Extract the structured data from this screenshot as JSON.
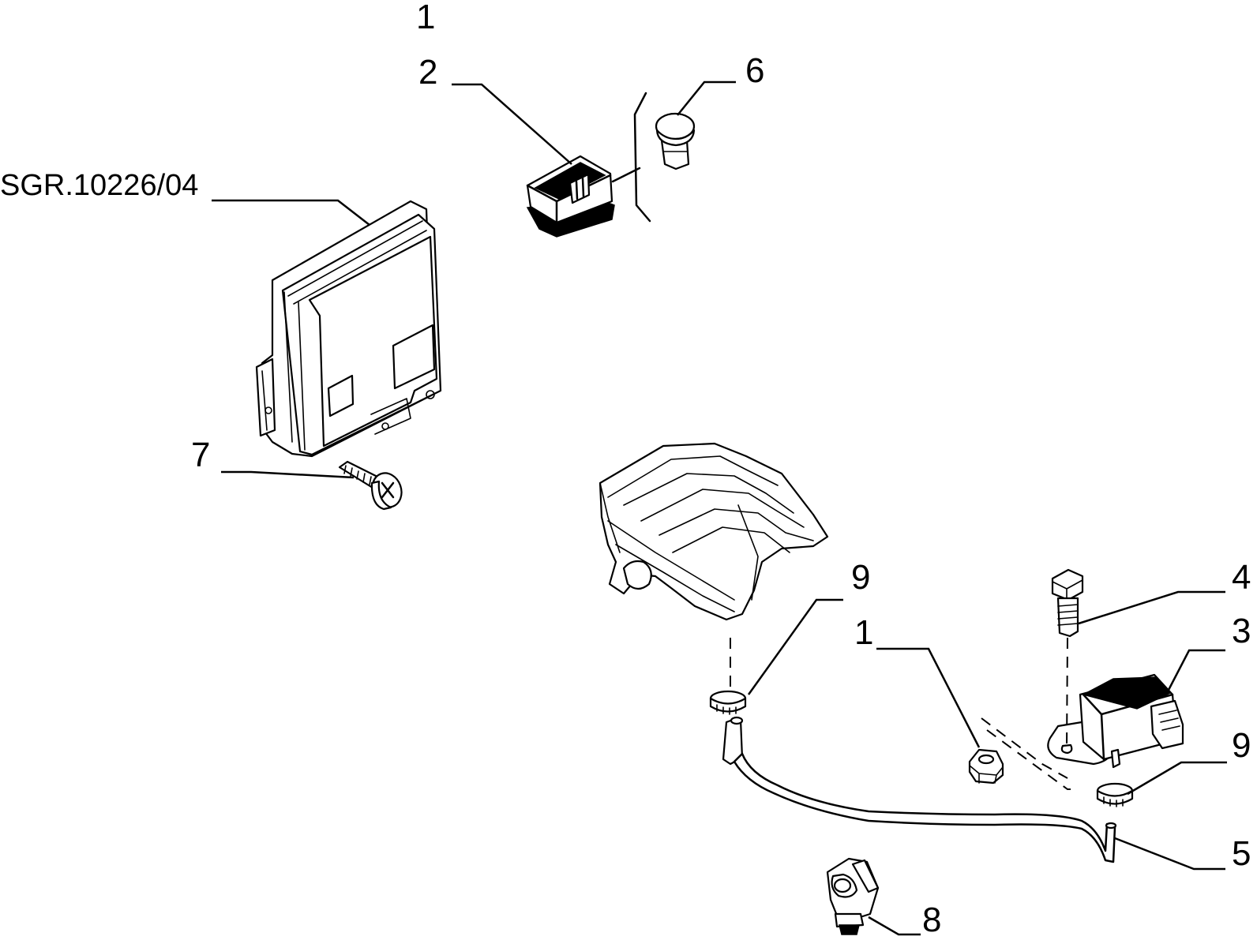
{
  "diagram": {
    "reference_code": "SGR.10226/04",
    "callouts": [
      {
        "id": "top",
        "text": "1"
      },
      {
        "id": "relay",
        "text": "2"
      },
      {
        "id": "plug",
        "text": "6"
      },
      {
        "id": "screw",
        "text": "7"
      },
      {
        "id": "clamp-left",
        "text": "9"
      },
      {
        "id": "nut",
        "text": "1"
      },
      {
        "id": "bolt",
        "text": "4"
      },
      {
        "id": "sensor",
        "text": "3"
      },
      {
        "id": "clamp-right",
        "text": "9"
      },
      {
        "id": "hose",
        "text": "5"
      },
      {
        "id": "connector",
        "text": "8"
      }
    ],
    "parts": [
      "ecu-module",
      "relay",
      "rubber-plug",
      "screw",
      "intake-manifold",
      "hose-clamp",
      "hose",
      "nut",
      "bolt",
      "pressure-sensor",
      "hose-connector"
    ]
  }
}
